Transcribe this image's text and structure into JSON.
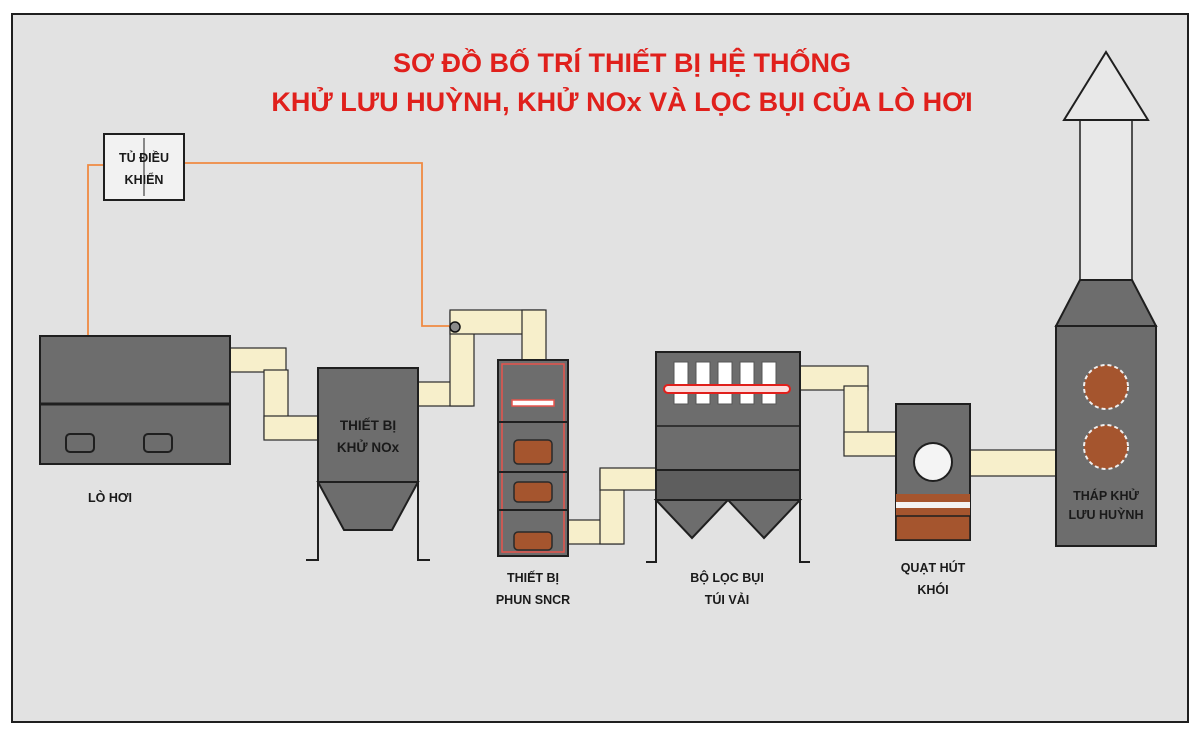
{
  "title": {
    "line1": "SƠ ĐỒ BỐ TRÍ THIẾT BỊ HỆ THỐNG",
    "line2": "KHỬ LƯU HUỲNH, KHỬ NOx VÀ LỌC BỤI CỦA LÒ HƠI"
  },
  "control_cabinet": {
    "line1": "TỦ ĐIỀU",
    "line2": "KHIỂN"
  },
  "boiler": {
    "label": "LÒ HƠI"
  },
  "denox": {
    "line1": "THIẾT BỊ",
    "line2": "KHỬ NOx"
  },
  "sncr": {
    "line1": "THIẾT BỊ",
    "line2": "PHUN SNCR"
  },
  "baghouse": {
    "line1": "BỘ LỌC BỤI",
    "line2": "TÚI VẢI"
  },
  "fan": {
    "line1": "QUẠT HÚT",
    "line2": "KHÓI"
  },
  "tower": {
    "line1": "THÁP KHỬ",
    "line2": "LƯU HUỲNH"
  },
  "colors": {
    "title": "#e0201c",
    "equipment": "#6d6d6d",
    "duct": "#f7efcb",
    "wire": "#ef8a43",
    "brick": "#a5552e",
    "background": "#e2e2e2"
  }
}
